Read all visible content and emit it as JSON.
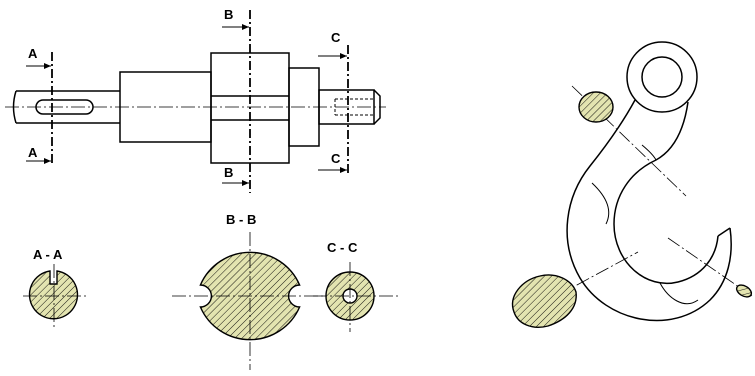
{
  "colors": {
    "line": "#000000",
    "hatch_fill": "#e3e4b0",
    "background": "#ffffff"
  },
  "labels": {
    "cut_a_top": "A",
    "cut_a_bottom": "A",
    "cut_b_top": "B",
    "cut_b_bottom": "B",
    "cut_c_top": "C",
    "cut_c_bottom": "C",
    "section_a": "A - A",
    "section_b": "B - B",
    "section_c": "C - C"
  }
}
